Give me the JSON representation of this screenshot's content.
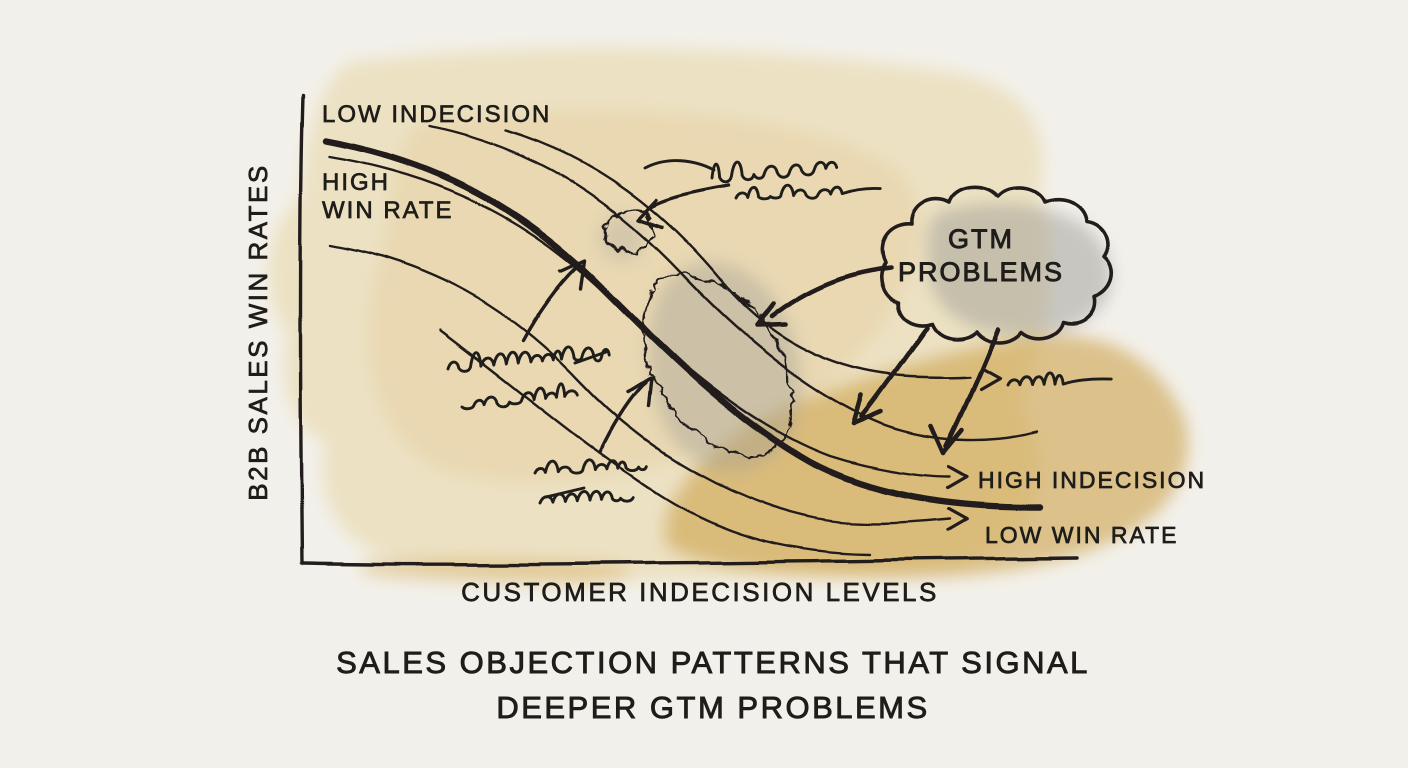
{
  "title": {
    "line1": "SALES OBJECTION PATTERNS THAT SIGNAL",
    "line2": "DEEPER GTM PROBLEMS"
  },
  "axes": {
    "x_label": "CUSTOMER INDECISION LEVELS",
    "y_label": "B2B SALES WIN RATES"
  },
  "region_labels": {
    "low_indecision": "LOW INDECISION",
    "high_win_rate_line1": "HIGH",
    "high_win_rate_line2": "WIN RATE",
    "high_indecision": "HIGH INDECISION",
    "low_win_rate": "LOW WIN RATE"
  },
  "cloud_callout": {
    "line1": "GTM",
    "line2": "PROBLEMS"
  },
  "annotations": {
    "scribble_1": "illegible handwritten scribble pointing to circled spot on upper curve",
    "scribble_2": "illegible handwritten scribble pointing to main curve",
    "scribble_3": "illegible handwritten scribble pointing to wavy circled region",
    "scribble_4": "illegible handwritten squiggle at end of thin curve arrow",
    "circled_region": "small hand-drawn circle on upper thin curve",
    "wavy_region": "wavy hand-drawn enclosure around mid-curve cluster"
  },
  "colors": {
    "paper": "#f4f2ec",
    "wash_tan": "#e7d2a0",
    "wash_dark_tan": "#cda24b",
    "wash_grey": "#9b9b93",
    "ink": "#201e1b"
  },
  "chart_data": {
    "type": "line",
    "title": "SALES OBJECTION PATTERNS THAT SIGNAL DEEPER GTM PROBLEMS",
    "xlabel": "CUSTOMER INDECISION LEVELS",
    "ylabel": "B2B SALES WIN RATES",
    "axes_numeric": false,
    "grid": false,
    "legend": false,
    "x_conceptual_range": [
      "LOW INDECISION",
      "HIGH INDECISION"
    ],
    "y_conceptual_range": [
      "LOW WIN RATE",
      "HIGH WIN RATE"
    ],
    "x": [
      0,
      10,
      20,
      30,
      40,
      50,
      60,
      70,
      80,
      90,
      100
    ],
    "series": [
      {
        "name": "main-win-rate-curve",
        "style": "thick",
        "values": [
          93,
          90,
          84,
          73,
          58,
          42,
          28,
          19,
          13,
          10,
          9
        ]
      },
      {
        "name": "objection-pattern-band",
        "style": "thin-parallel",
        "count": 5,
        "description": "thin S-curves offset around the main curve forming a descending band"
      }
    ],
    "annotations": [
      "GTM PROBLEMS cloud with arrows pointing at the curves",
      "small circled spot on an upper thin curve",
      "wavy circled region around the middle of the curve cluster",
      "four illegible handwritten scribble notes with arrows"
    ]
  }
}
